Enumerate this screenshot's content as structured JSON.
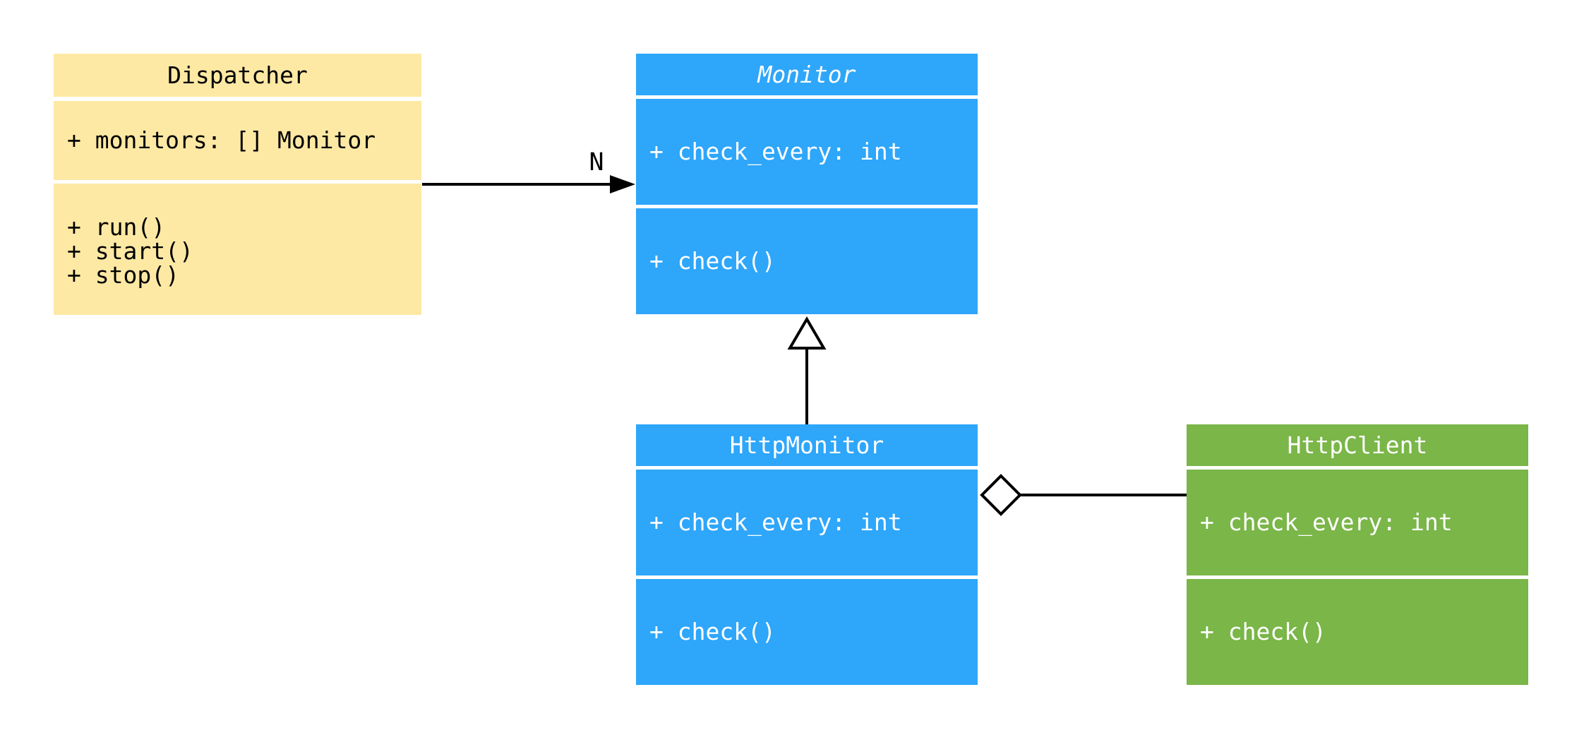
{
  "diagram_type": "uml-class-diagram",
  "colors": {
    "background": "#FFFFFF",
    "dispatcher_fill": "#FEE9A4",
    "monitor_fill": "#2EA6FA",
    "http_monitor_fill": "#2EA6FA",
    "http_client_fill": "#7AB648",
    "connector": "#000000",
    "text_dark": "#000000",
    "text_light": "#FFFFFF"
  },
  "classes": [
    {
      "name": "Dispatcher",
      "abstract": false,
      "attributes": [
        "+ monitors: [] Monitor"
      ],
      "methods": [
        "+ run()",
        "+ start()",
        "+ stop()"
      ]
    },
    {
      "name": "Monitor",
      "abstract": true,
      "attributes": [
        "+ check_every: int"
      ],
      "methods": [
        "+ check()"
      ]
    },
    {
      "name": "HttpMonitor",
      "abstract": false,
      "attributes": [
        "+ check_every: int"
      ],
      "methods": [
        "+ check()"
      ]
    },
    {
      "name": "HttpClient",
      "abstract": false,
      "attributes": [
        "+ check_every: int"
      ],
      "methods": [
        "+ check()"
      ]
    }
  ],
  "relations": [
    {
      "type": "association",
      "from": "Dispatcher",
      "to": "Monitor",
      "multiplicity": "N"
    },
    {
      "type": "inheritance",
      "from": "HttpMonitor",
      "to": "Monitor"
    },
    {
      "type": "aggregation",
      "from": "HttpMonitor",
      "to": "HttpClient"
    }
  ]
}
